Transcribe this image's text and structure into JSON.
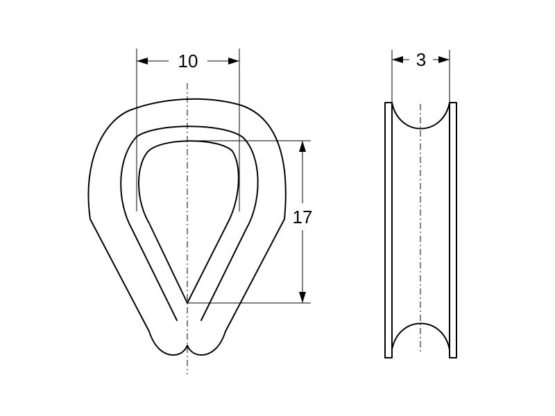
{
  "drawing": {
    "views": [
      {
        "id": "front-view",
        "dimensions": [
          {
            "id": "width",
            "label": "10"
          },
          {
            "id": "height",
            "label": "17"
          }
        ]
      },
      {
        "id": "side-view",
        "dimensions": [
          {
            "id": "thickness",
            "label": "3"
          }
        ]
      }
    ]
  }
}
